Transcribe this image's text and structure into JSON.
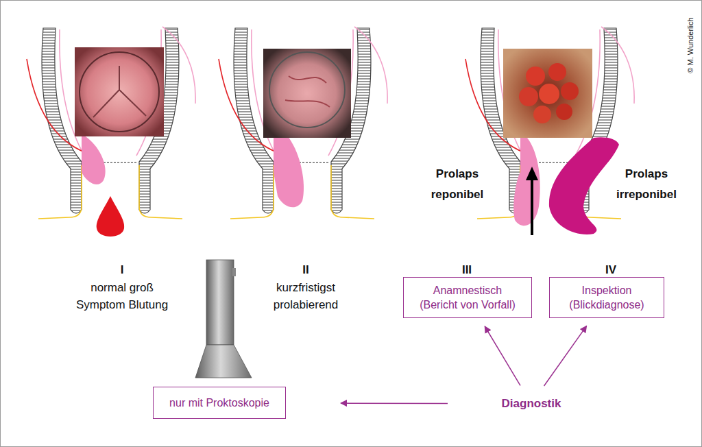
{
  "diagram": {
    "nodes": [
      {
        "text": [
          "Anamnestisch (Bericht von Vorfall)"
        ]
      },
      {
        "text": [
          "Inspektion (Blickdiagnose)"
        ]
      },
      {
        "text": [
          "nur mit Proktoskopie"
        ]
      },
      {
        "text": [
          "Diagnostik"
        ]
      }
    ],
    "edges": [
      {
        "from": 3,
        "to": 0,
        "arrow": "to"
      },
      {
        "from": 3,
        "to": 1,
        "arrow": "to"
      },
      {
        "from": 3,
        "to": 2,
        "arrow": "to"
      }
    ],
    "labels": [
      "Prolaps reponibel",
      "Prolaps irreponibel",
      "I",
      "normal groß",
      "Symptom Blutung",
      "II",
      "kurzfristigst prolabierend",
      "III",
      "IV",
      "© M. Wunderlich"
    ]
  }
}
